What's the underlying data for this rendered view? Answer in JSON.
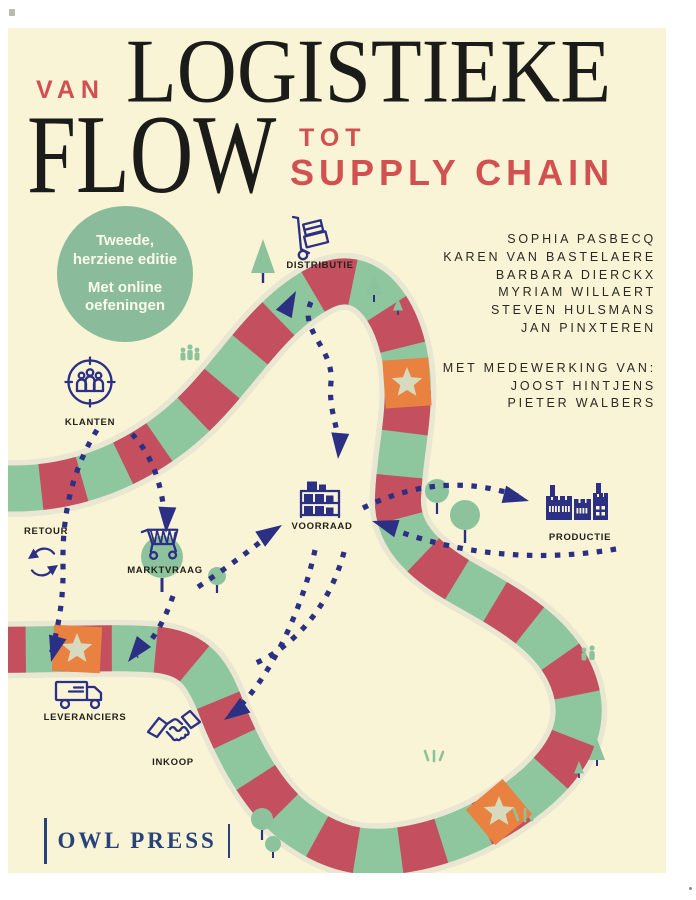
{
  "cover": {
    "title": {
      "van": "VAN",
      "logistieke": "LOGISTIEKE",
      "flow": "FLOW",
      "tot": "TOT",
      "supply_chain": "SUPPLY CHAIN"
    },
    "badge": {
      "line1": "Tweede,",
      "line2": "herziene editie",
      "line3": "Met online",
      "line4": "oefeningen"
    },
    "authors": [
      "SOPHIA PASBECQ",
      "KAREN VAN BASTELAERE",
      "BARBARA DIERCKX",
      "MYRIAM WILLAERT",
      "STEVEN HULSMANS",
      "JAN PINXTEREN"
    ],
    "contributors_heading": "MET MEDEWERKING VAN:",
    "contributors": [
      "JOOST HINTJENS",
      "PIETER WALBERS"
    ],
    "publisher": "OWL PRESS",
    "nodes": {
      "distributie": {
        "label": "DISTRIBUTIE",
        "icon": "hand-truck-icon"
      },
      "klanten": {
        "label": "KLANTEN",
        "icon": "customers-group-icon"
      },
      "retour": {
        "label": "RETOUR",
        "icon": "recycle-arrows-icon"
      },
      "marktvraag": {
        "label": "MARKTVRAAG",
        "icon": "shopping-cart-icon"
      },
      "voorraad": {
        "label": "VOORRAAD",
        "icon": "warehouse-rack-icon"
      },
      "productie": {
        "label": "PRODUCTIE",
        "icon": "factory-icon"
      },
      "leveranciers": {
        "label": "LEVERANCIERS",
        "icon": "delivery-truck-icon"
      },
      "inkoop": {
        "label": "INKOOP",
        "icon": "handshake-icon"
      }
    },
    "colors": {
      "background": "#f9f4d6",
      "road_green": "#8ec69e",
      "road_red": "#c44f5f",
      "tile_orange": "#e98140",
      "star": "#d8dabe",
      "road_outline": "#e9e6d2",
      "navy": "#2b3084",
      "accent_red": "#d15151",
      "badge_green": "#8abc9b",
      "ink": "#23211c",
      "publisher_navy": "#28427c"
    }
  }
}
